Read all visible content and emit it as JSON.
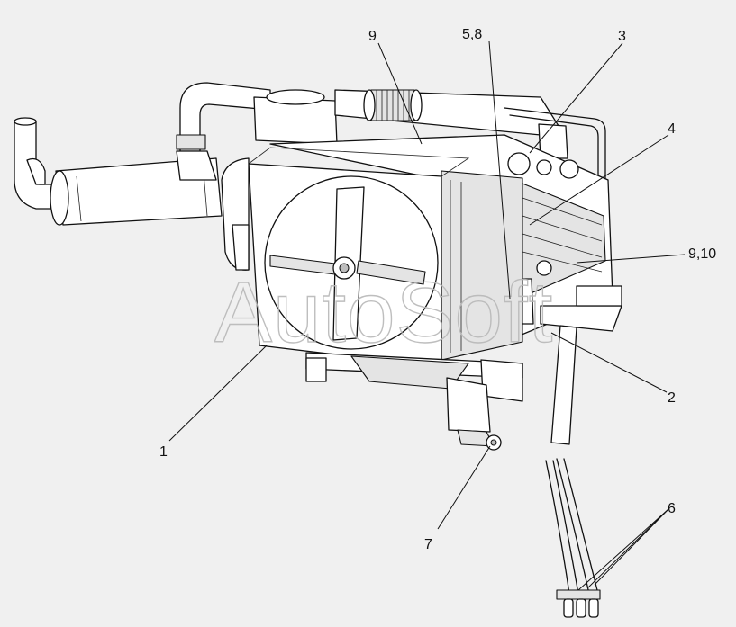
{
  "watermark": "AutoSoft",
  "callouts": {
    "c9_top": "9",
    "c5_8": "5,8",
    "c3": "3",
    "c4": "4",
    "c9_10": "9,10",
    "c2": "2",
    "c1": "1",
    "c7": "7",
    "c6": "6"
  }
}
